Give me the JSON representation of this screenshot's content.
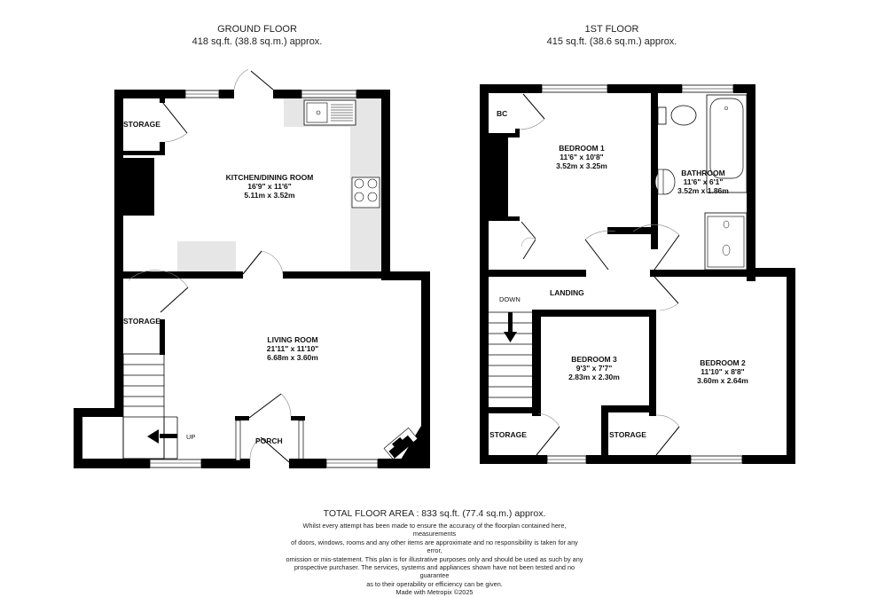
{
  "ground_floor": {
    "title": "GROUND FLOOR",
    "area": "418 sq.ft. (38.8 sq.m.) approx.",
    "rooms": {
      "kitchen": {
        "name": "KITCHEN/DINING ROOM",
        "imperial": "16'9\"  x 11'6\"",
        "metric": "5.11m  x 3.52m"
      },
      "living": {
        "name": "LIVING ROOM",
        "imperial": "21'11\"  x 11'10\"",
        "metric": "6.68m  x 3.60m"
      },
      "storage_top": {
        "name": "STORAGE"
      },
      "storage_stairs": {
        "name": "STORAGE"
      },
      "porch": {
        "name": "PORCH"
      }
    },
    "stairs_label": "UP"
  },
  "first_floor": {
    "title": "1ST FLOOR",
    "area": "415 sq.ft. (38.6 sq.m.) approx.",
    "rooms": {
      "bedroom1": {
        "name": "BEDROOM 1",
        "imperial": "11'6\"  x 10'8\"",
        "metric": "3.52m  x 3.25m"
      },
      "bathroom": {
        "name": "BATHROOM",
        "imperial": "11'6\"  x 6'1\"",
        "metric": "3.52m  x 1.86m"
      },
      "bedroom2": {
        "name": "BEDROOM 2",
        "imperial": "11'10\"  x 8'8\"",
        "metric": "3.60m  x 2.64m"
      },
      "bedroom3": {
        "name": "BEDROOM 3",
        "imperial": "9'3\"  x 7'7\"",
        "metric": "2.83m  x 2.30m"
      },
      "landing": {
        "name": "LANDING"
      },
      "bc": {
        "name": "BC"
      },
      "storage_left": {
        "name": "STORAGE"
      },
      "storage_mid": {
        "name": "STORAGE"
      }
    },
    "stairs_label": "DOWN"
  },
  "footer": {
    "total": "TOTAL FLOOR AREA : 833 sq.ft. (77.4 sq.m.) approx.",
    "disclaimer_lines": [
      "Whilst every attempt has been made to ensure the accuracy of the floorplan contained here, measurements",
      "of doors, windows, rooms and any other items are approximate and no responsibility is taken for any error,",
      "omission or mis-statement. This plan is for illustrative purposes only and should be used as such by any",
      "prospective purchaser. The services, systems and appliances shown have not been tested and no guarantee",
      "as to their operability or efficiency can be given."
    ],
    "credit": "Made with Metropix ©2025"
  },
  "colors": {
    "wall": "#000000",
    "worktop": "#e6e6e6",
    "window": "#ffffff",
    "text": "#111111"
  }
}
